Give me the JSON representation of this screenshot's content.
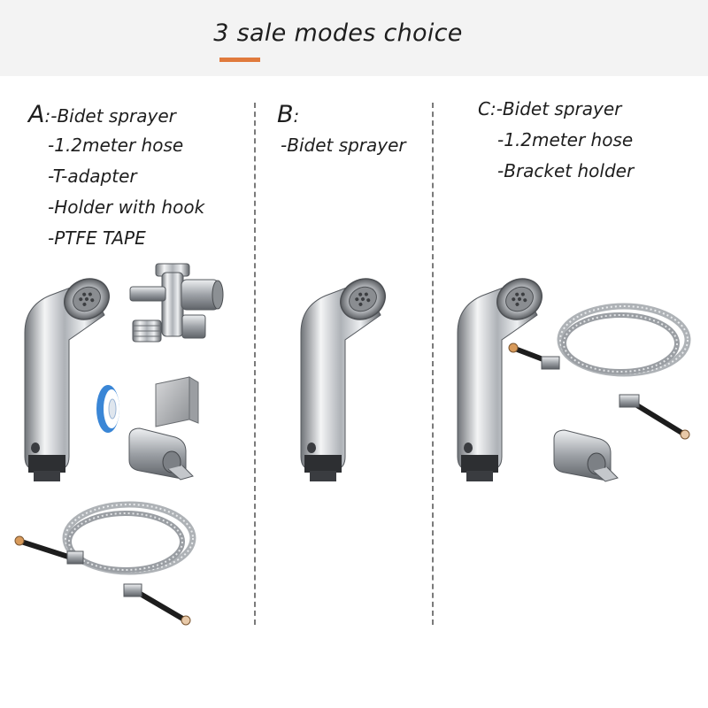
{
  "header": {
    "title": "3 sale modes choice",
    "accent_color": "#e07a3c",
    "background": "#f3f3f3"
  },
  "modes": [
    {
      "letter": "A",
      "lines": [
        ":-Bidet sprayer",
        "-1.2meter hose",
        "-T-adapter",
        "-Holder with hook",
        "-PTFE TAPE"
      ],
      "products": [
        "bidet-sprayer",
        "t-adapter",
        "ptfe-tape",
        "holder-with-hook",
        "hose"
      ]
    },
    {
      "letter": "B",
      "lines": [
        ":",
        "-Bidet sprayer"
      ],
      "products": [
        "bidet-sprayer"
      ]
    },
    {
      "letter": "C",
      "lines": [
        ":-Bidet sprayer",
        "-1.2meter hose",
        "-Bracket holder"
      ],
      "products": [
        "bidet-sprayer",
        "hose",
        "bracket-holder"
      ]
    }
  ],
  "colors": {
    "chrome": "#c9ccd0",
    "tape": "#3a86d6",
    "text": "#1e1e1e"
  }
}
